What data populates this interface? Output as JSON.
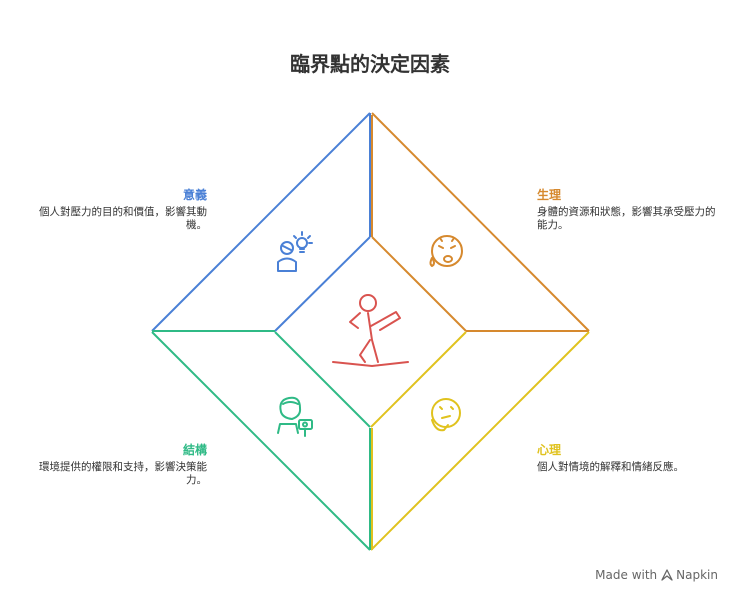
{
  "title": "臨界點的決定因素",
  "colors": {
    "meaning": "#4a80d6",
    "physiology": "#d6892e",
    "psychology": "#e0c21e",
    "structure": "#2fba86",
    "center": "#d9534f"
  },
  "quadrants": {
    "meaning": {
      "label": "意義",
      "description": "個人對壓力的目的和價值，影響其動機。",
      "icon": "person-lightbulb-icon"
    },
    "physiology": {
      "label": "生理",
      "description": "身體的資源和狀態，影響其承受壓力的能力。",
      "icon": "sweating-face-icon"
    },
    "psychology": {
      "label": "心理",
      "description": "個人對情境的解釋和情緒反應。",
      "icon": "thinking-face-icon"
    },
    "structure": {
      "label": "結構",
      "description": "環境提供的權限和支持，影響決策能力。",
      "icon": "person-with-camera-icon"
    }
  },
  "center_icon": "balancing-person-icon",
  "footer": {
    "made_with": "Made with",
    "brand": "Napkin"
  }
}
